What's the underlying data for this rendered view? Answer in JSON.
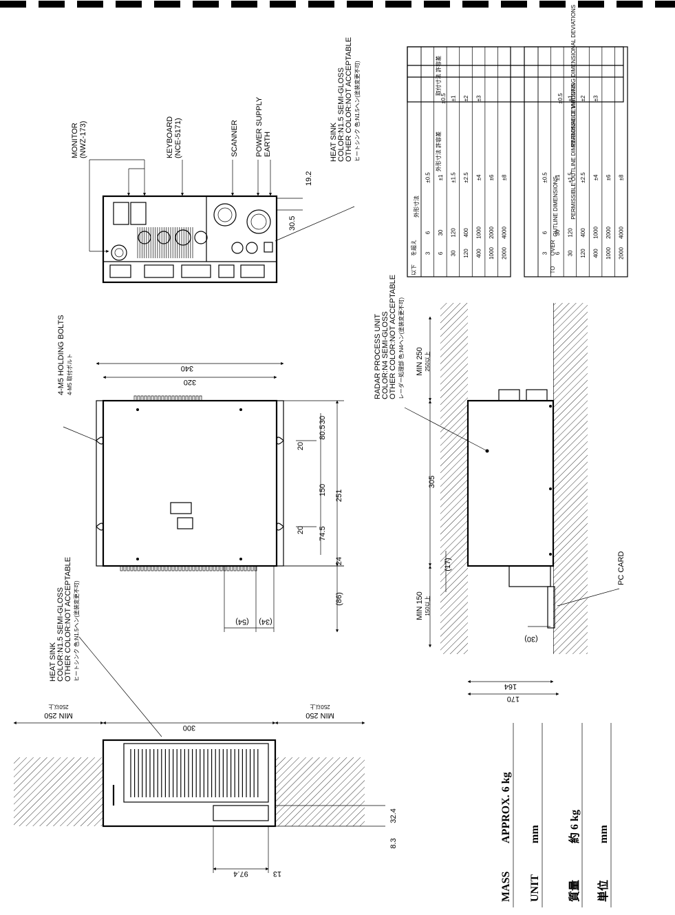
{
  "labels": {
    "monitor": "MONITOR",
    "monitor_model": "(NWZ-173)",
    "keyboard": "KEYBOARD",
    "keyboard_model": "(NCE-5171)",
    "scanner": "SCANNER",
    "power_supply": "POWER SUPPLY",
    "earth": "EARTH",
    "heat_sink_top_1": "HEAT SINK",
    "heat_sink_top_2": "COLOR:N1.5 SEMI-GLOSS",
    "heat_sink_top_3": "OTHER COLOR:NOT ACCEPTABLE",
    "heat_sink_top_jp": "ヒートシンク 色:N1.5ヘン(塗装変更不可)",
    "bolts": "4-M5 HOLDING BOLTS",
    "bolts_jp": "4-M5 取付ボルト",
    "radar_1": "RADAR PROCESS UNIT",
    "radar_2": "COLOR:N4 SEMI-GLOSS",
    "radar_3": "OTHER COLOR:NOT ACCEPTABLE",
    "radar_jp": "レーダー処理部 色:N4ヘン(塗装変更不可)",
    "heat_sink_left_1": "HEAT SINK",
    "heat_sink_left_2": "COLOR:N1.5 SEMI-GLOSS",
    "heat_sink_left_3": "OTHER COLOR:NOT ACCEPTABLE",
    "heat_sink_left_jp": "ヒートシンク 色:N1.5ヘン(塗装変更不可)",
    "pc_card": "PC CARD"
  },
  "dims": {
    "d19_2": "19.2",
    "d30_5": "30.5",
    "d340": "340",
    "d320": "320",
    "d30": "30",
    "d80_5": "80.5",
    "d20a": "20",
    "d150": "150",
    "d251": "251",
    "d20b": "20",
    "d74_5": "74.5",
    "d24": "24",
    "d86": "(86)",
    "d54": "(54)",
    "d34": "(34)",
    "min250_top": "MIN 250",
    "min250_top_jp": "250以上",
    "min250_left": "MIN 250",
    "min250_left_jp": "250以上",
    "min250_right": "MIN 250",
    "min250_right_jp": "250以上",
    "d300": "300",
    "d305": "305",
    "d17": "(17)",
    "min150": "MIN 150",
    "min150_jp": "150以上",
    "d30p": "(30)",
    "d164": "164",
    "d170": "170",
    "d32_4": "32.4",
    "d8_3": "8.3",
    "d97_4": "97.4",
    "d13": "13"
  },
  "table_jp": {
    "h_outline": "外形寸法",
    "h_over": "を超え",
    "h_to": "以下",
    "h_outline_tol": "外形寸法 許容差",
    "h_mount_tol": "取付寸法 許容差",
    "rows": [
      [
        "3",
        "6",
        "±0.5",
        ""
      ],
      [
        "6",
        "30",
        "±1",
        ""
      ],
      [
        "30",
        "120",
        "±1.5",
        "±1"
      ],
      [
        "120",
        "400",
        "±2.5",
        "±2"
      ],
      [
        "400",
        "1000",
        "±4",
        "±3"
      ],
      [
        "1000",
        "2000",
        "±6",
        ""
      ],
      [
        "2000",
        "4000",
        "±8",
        ""
      ]
    ],
    "mount_top": "±0.5"
  },
  "table_en": {
    "h_outline": "OUTLINE DIMENSIONS",
    "h_over": "OVER",
    "h_to": "TO",
    "h_outline_tol": "PERMISSIBLE OUTLINE DIMENSIONAL DEVIATIONS",
    "h_mount_tol": "PERMISSIBLE MOUNTING DIMENSIONAL DEVIATIONS",
    "rows": [
      [
        "3",
        "6",
        "±0.5",
        ""
      ],
      [
        "6",
        "30",
        "±1",
        ""
      ],
      [
        "30",
        "120",
        "±1.5",
        "±1"
      ],
      [
        "120",
        "400",
        "±2.5",
        "±2"
      ],
      [
        "400",
        "1000",
        "±4",
        "±3"
      ],
      [
        "1000",
        "2000",
        "±6",
        ""
      ],
      [
        "2000",
        "4000",
        "±8",
        ""
      ]
    ],
    "mount_top": "±0.5"
  },
  "mass": {
    "mass_label": "MASS",
    "mass_value": "APPROX.  6  kg",
    "unit_label": "UNIT",
    "unit_value": "mm",
    "mass_label_jp": "質量",
    "mass_value_jp": "約 6 kg",
    "unit_label_jp": "単位",
    "unit_value_jp": "mm"
  }
}
